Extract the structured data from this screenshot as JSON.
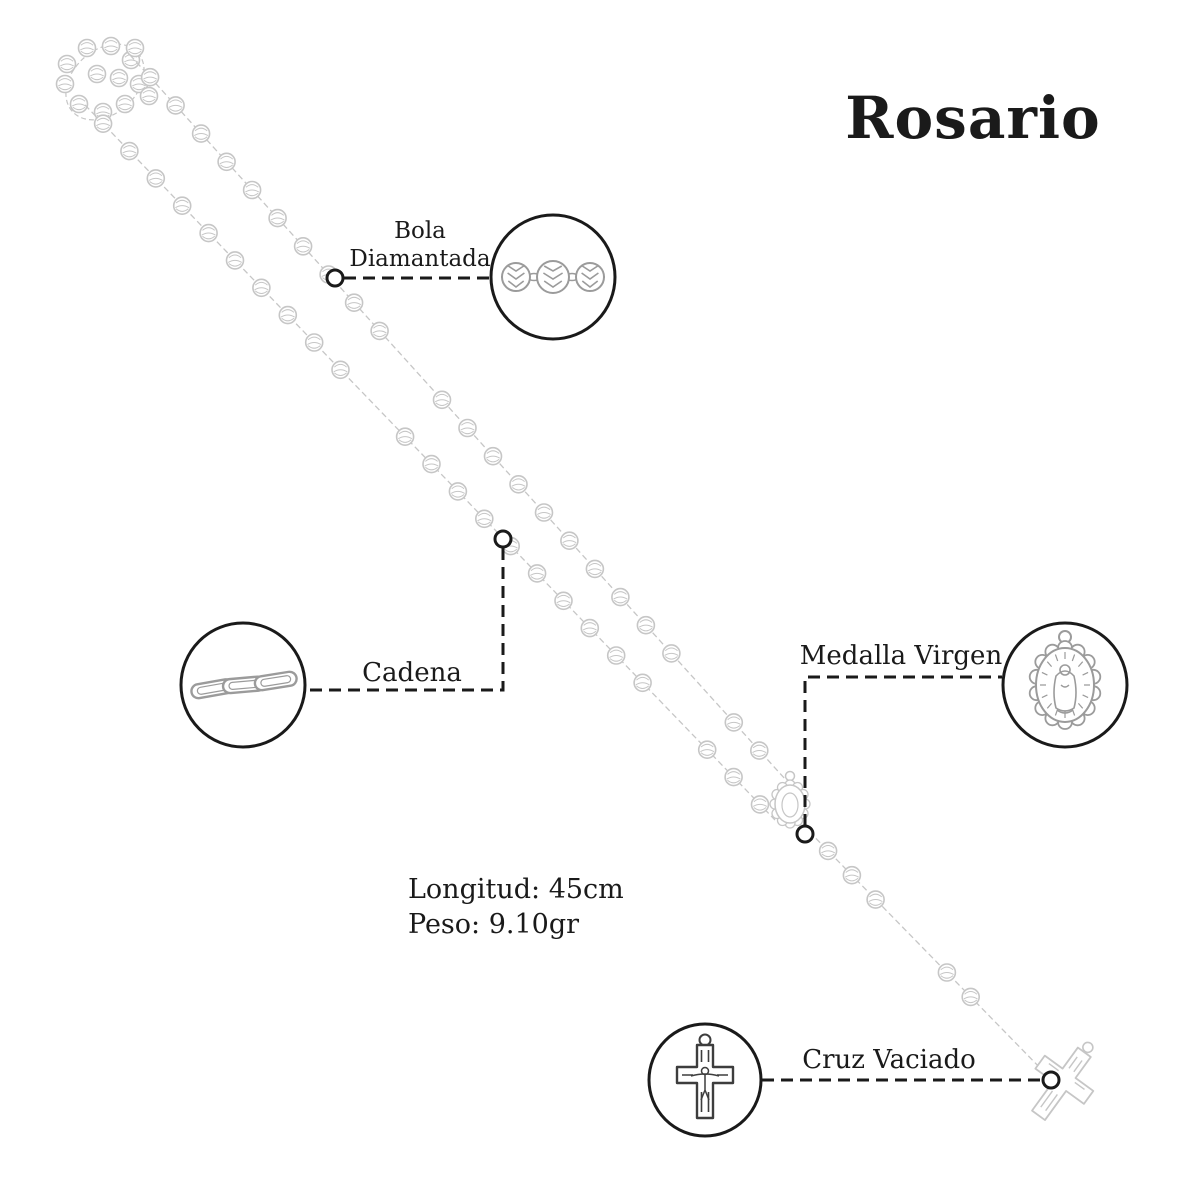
{
  "title": "Rosario",
  "specs": {
    "line1": "Longitud: 45cm",
    "line2": "Peso: 9.10gr"
  },
  "callouts": {
    "bola": {
      "label_lines": [
        "Bola",
        "Diamantada"
      ],
      "icon": "diamond-cut-beads-icon"
    },
    "cadena": {
      "label": "Cadena",
      "icon": "chain-links-icon"
    },
    "medalla": {
      "label": "Medalla Virgen",
      "icon": "virgin-medal-icon"
    },
    "cruz": {
      "label": "Cruz Vaciado",
      "icon": "crucifix-icon"
    }
  },
  "colors": {
    "ink": "#1a1a1a",
    "silver": "#c6c6c6",
    "detail_gray": "#9b9b9b",
    "cross_dark": "#3d3d3d"
  }
}
